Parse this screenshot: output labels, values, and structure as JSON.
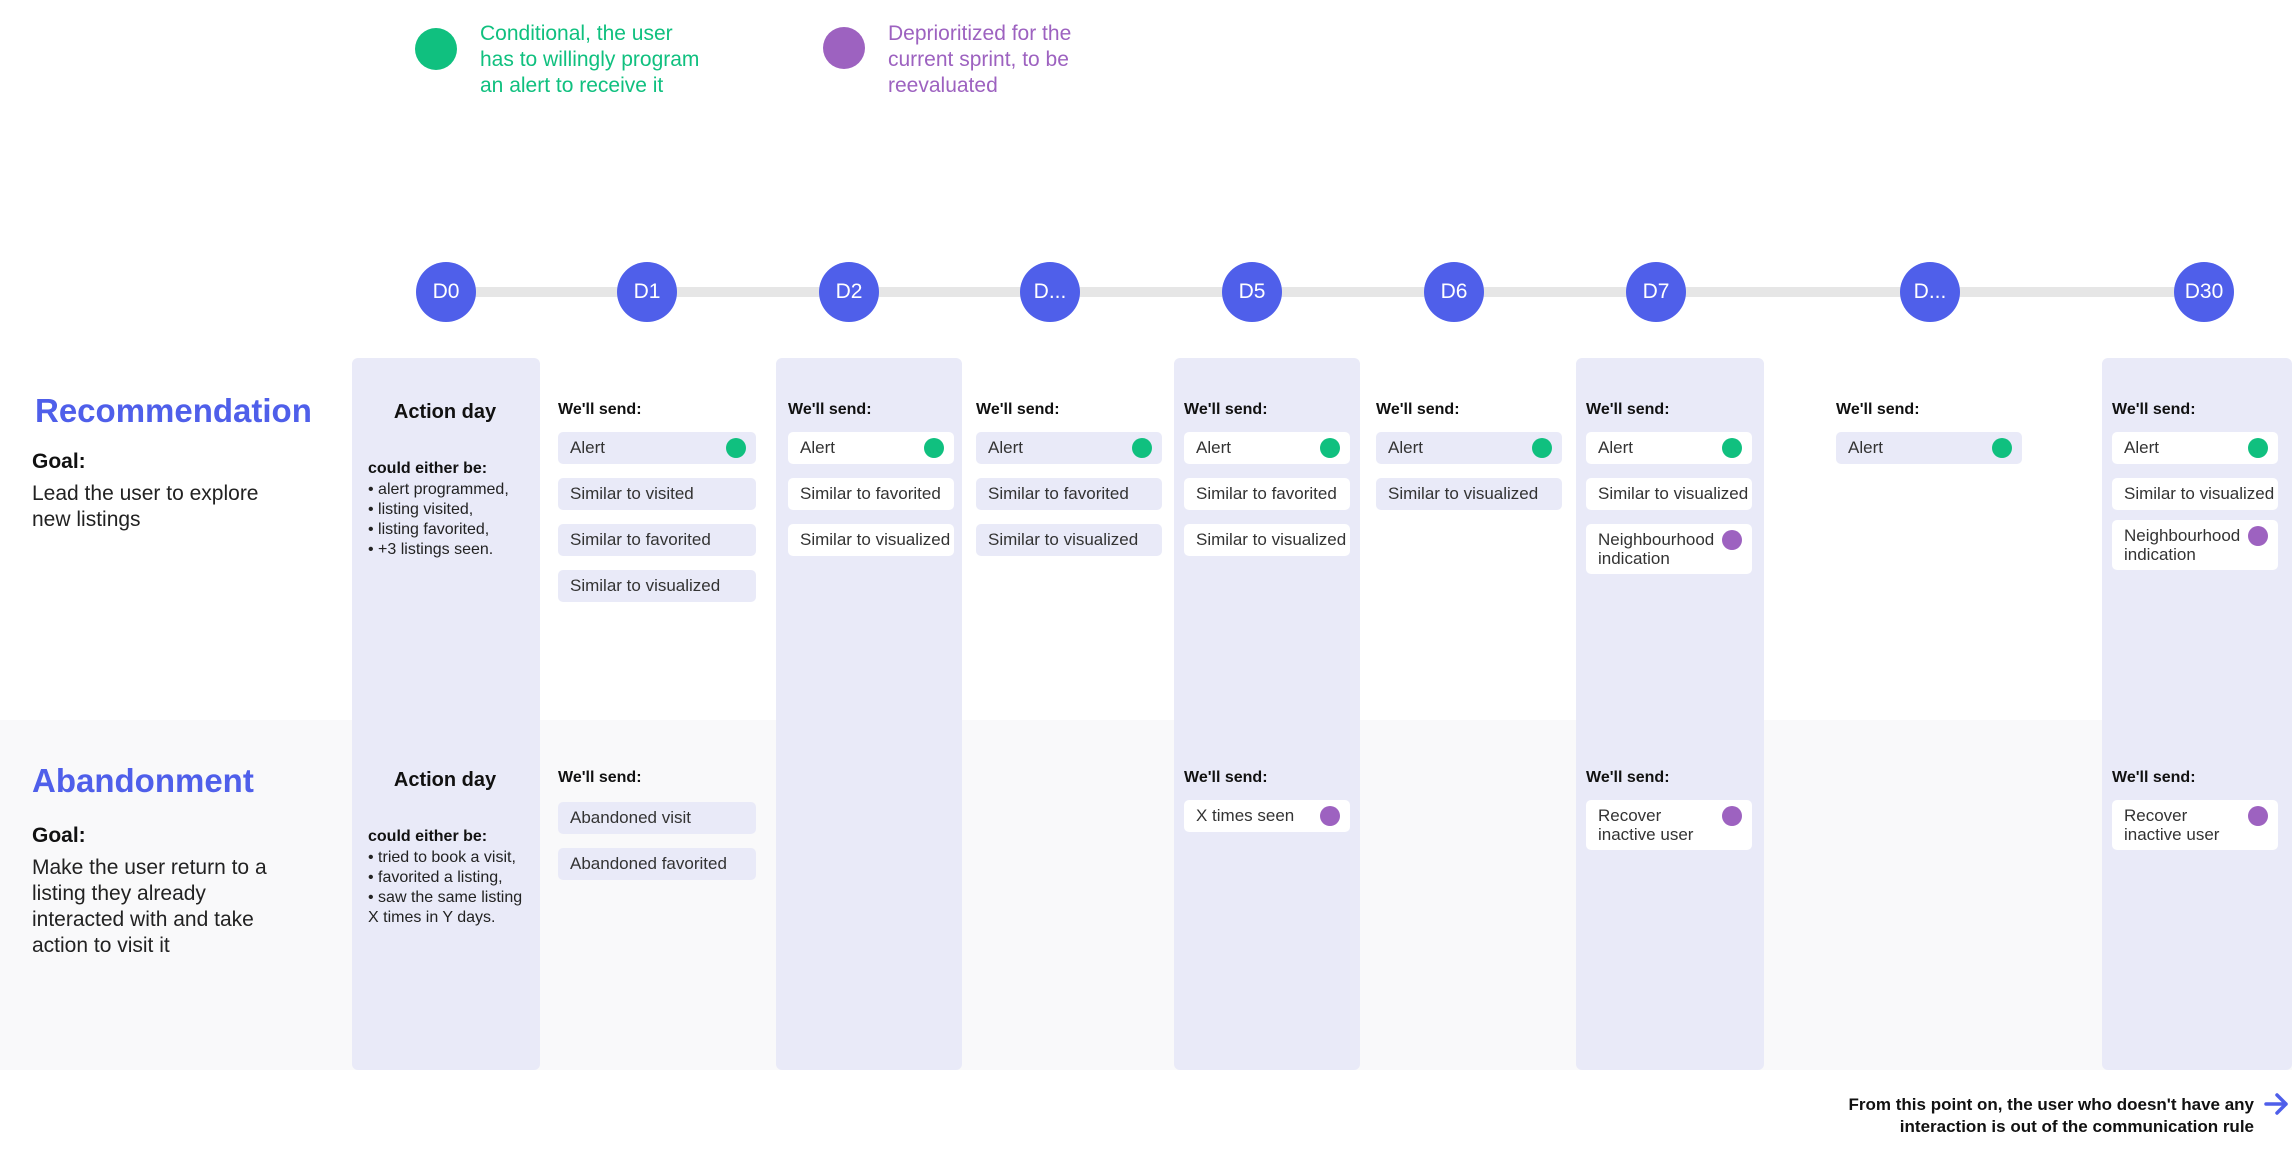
{
  "colors": {
    "accent": "#4f5fea",
    "green": "#10c07f",
    "purple": "#9d62c0",
    "column_bg": "#e9eaf8",
    "band_bg": "#f9f9fa"
  },
  "legend": {
    "conditional": "Conditional, the user has to willingly program an alert to receive it",
    "deprioritized": "Deprioritized for the current sprint, to be reevaluated"
  },
  "timeline": {
    "days": [
      "D0",
      "D1",
      "D2",
      "D...",
      "D5",
      "D6",
      "D7",
      "D...",
      "D30"
    ]
  },
  "recommendation": {
    "title": "Recommendation",
    "goal_label": "Goal:",
    "goal_text": "Lead the user to explore new listings",
    "action_day": "Action day",
    "could_label": "could either be:",
    "could_items": [
      "• alert programmed,",
      "• listing visited,",
      "• listing favorited,",
      "• +3 listings seen."
    ]
  },
  "abandonment": {
    "title": "Abandonment",
    "goal_label": "Goal:",
    "goal_text": "Make the user return to a listing they already interacted with and take action to visit it",
    "action_day": "Action day",
    "could_label": "could either be:",
    "could_items": [
      "• tried to book a visit,",
      "• favorited a listing,",
      "• saw the same listing X times in Y days."
    ]
  },
  "send_heading": "We'll send:",
  "chips": {
    "alert": "Alert",
    "similar_visited": "Similar to visited",
    "similar_favorited": "Similar to favorited",
    "similar_visualized": "Similar to visualized",
    "neighbourhood": "Neighbourhood indication",
    "abandoned_visit": "Abandoned visit",
    "abandoned_favorited": "Abandoned favorited",
    "x_times_seen": "X times seen",
    "recover_inactive": "Recover inactive user"
  },
  "footer": {
    "note": "From this point on, the user who doesn't have any interaction is out of the communication rule",
    "arrow_icon": "arrow-right-icon"
  }
}
